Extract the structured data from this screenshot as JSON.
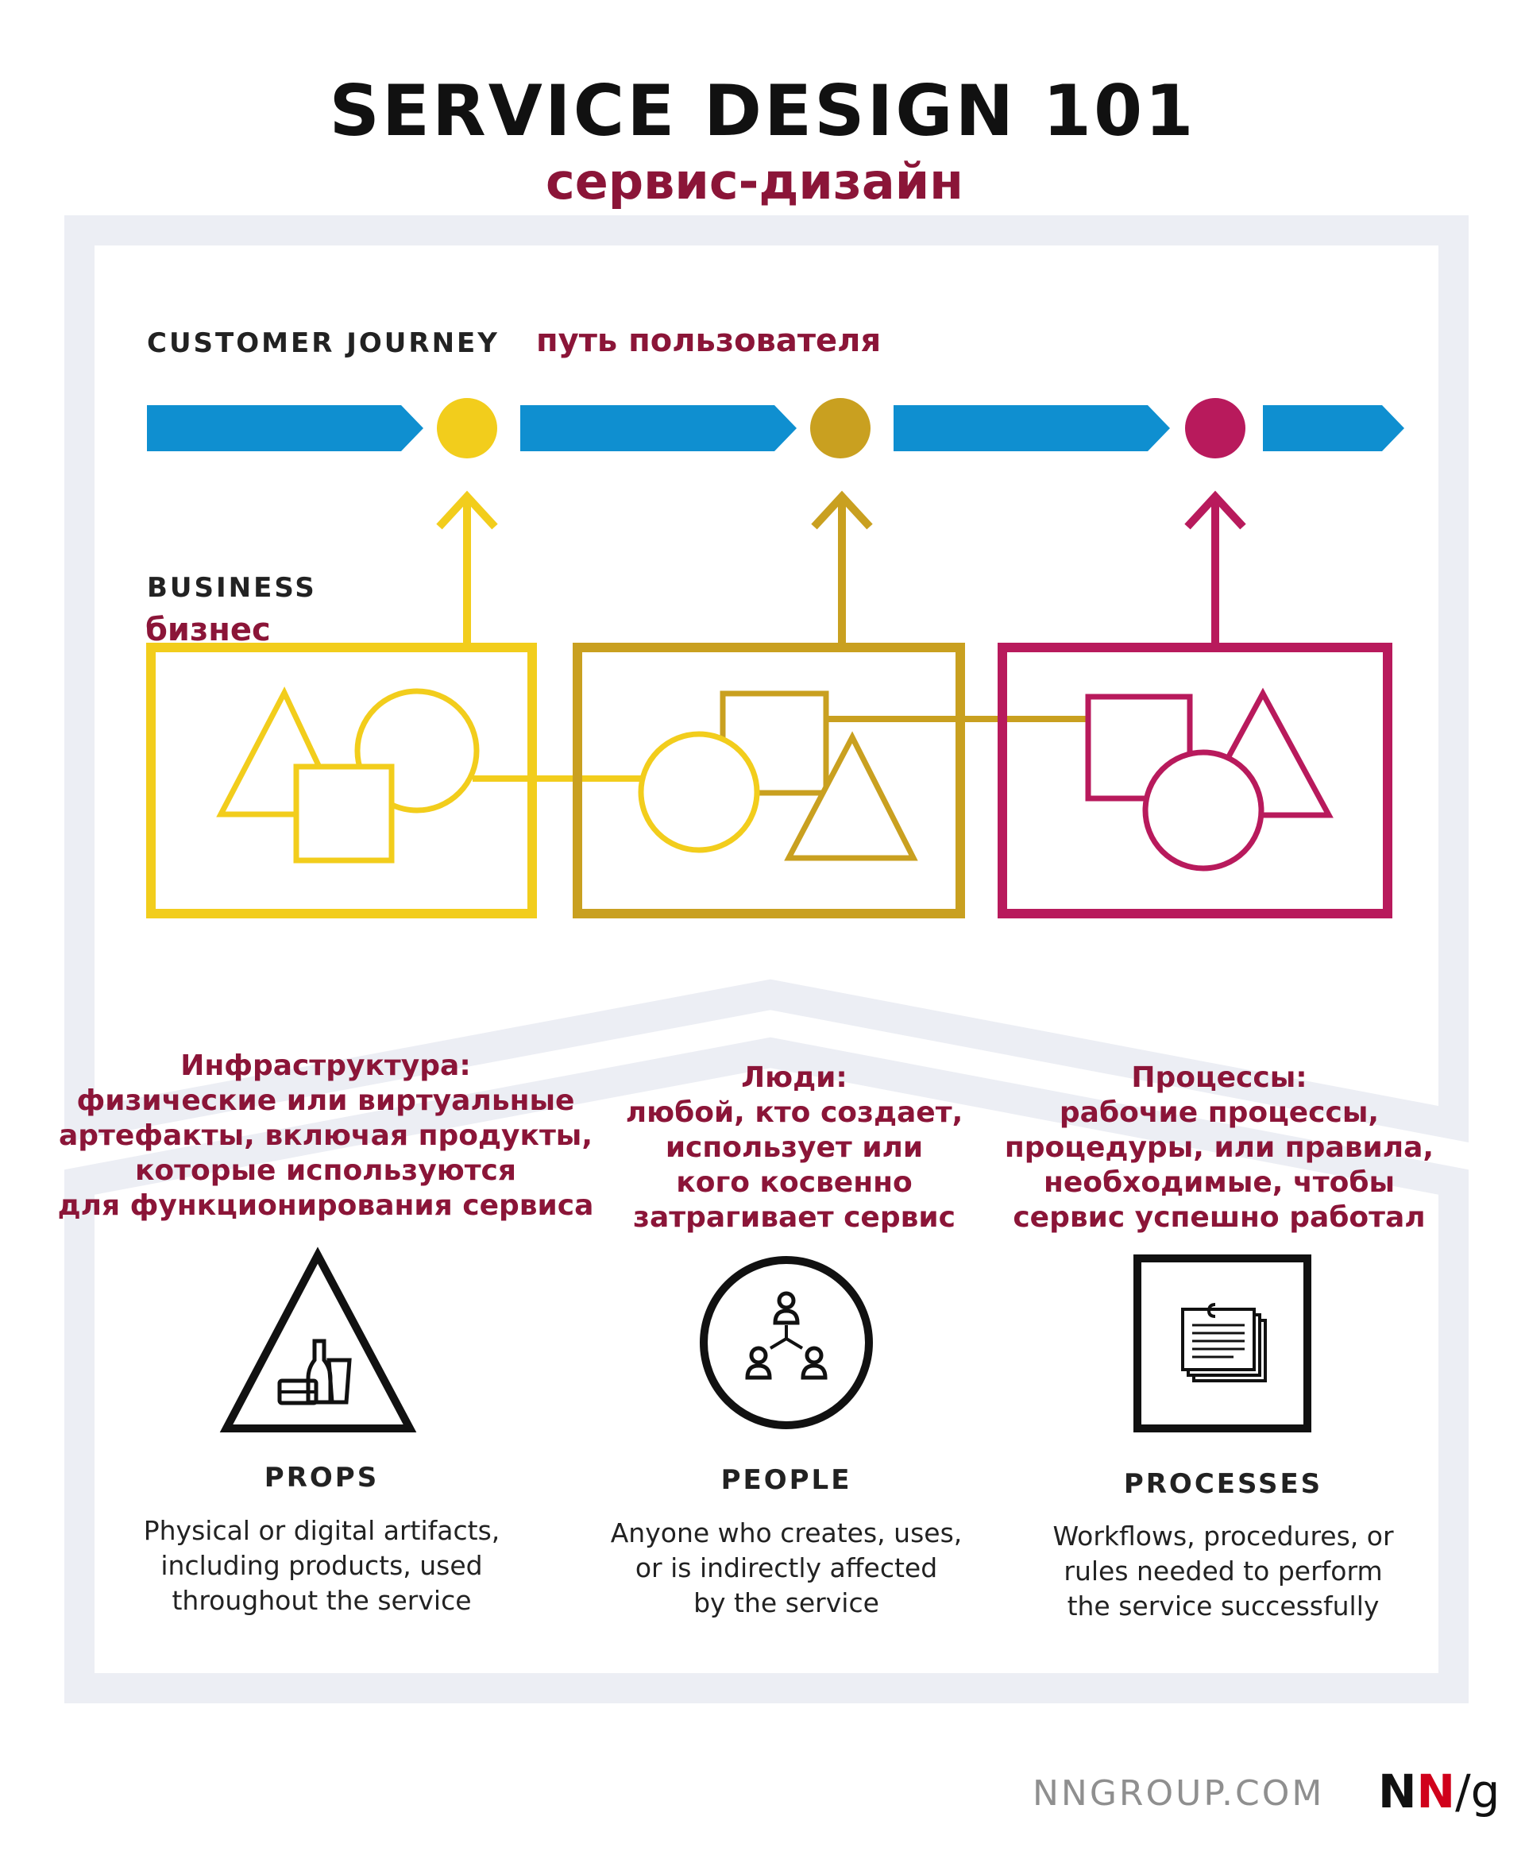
{
  "header": {
    "title": "SERVICE DESIGN 101",
    "subtitle_ru": "сервис-дизайн"
  },
  "journey": {
    "label_en": "CUSTOMER JOURNEY",
    "label_ru": "путь пользователя"
  },
  "business": {
    "label_en": "BUSINESS",
    "label_ru": "бизнес"
  },
  "categories": [
    {
      "title": "PROPS",
      "icon": "props-triangle-icon",
      "ru_lines": [
        "Инфраструктура:",
        "физические или виртуальные",
        "артефакты, включая продукты,",
        "которые используются",
        "для функционирования сервиса"
      ],
      "desc_lines": [
        "Physical or digital artifacts,",
        "including products, used",
        "throughout the service"
      ]
    },
    {
      "title": "PEOPLE",
      "icon": "people-circle-icon",
      "ru_lines": [
        "Люди:",
        "любой, кто создает,",
        "использует или",
        "кого косвенно",
        "затрагивает сервис"
      ],
      "desc_lines": [
        "Anyone who creates, uses,",
        "or is indirectly affected",
        "by the service"
      ]
    },
    {
      "title": "PROCESSES",
      "icon": "processes-square-icon",
      "ru_lines": [
        "Процессы:",
        "рабочие процессы,",
        "процедуры, или правила,",
        "необходимые, чтобы",
        "сервис успешно работал"
      ],
      "desc_lines": [
        "Workflows, procedures, or",
        "rules needed to perform",
        "the service successfully"
      ]
    }
  ],
  "footer": {
    "url": "NNGROUP.COM",
    "logo_n1": "N",
    "logo_n2": "N",
    "logo_slash": "/",
    "logo_g": "g"
  },
  "colors": {
    "arrow_blue": "#0f8fd0",
    "yellow": "#f2cd1c",
    "gold": "#c9a020",
    "magenta": "#b81a5c",
    "frame_gray": "#eceef4",
    "accent_red": "#8b1538"
  }
}
